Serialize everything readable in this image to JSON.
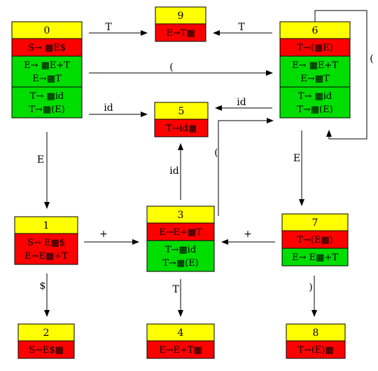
{
  "diagram": {
    "states": [
      {
        "id": "0",
        "groups": [
          {
            "color": "#ff0000",
            "items": [
              "S→ ▦E$"
            ]
          },
          {
            "color": "#00dd00",
            "items": [
              "E→ ▦E+T",
              "E→▦T"
            ]
          },
          {
            "color": "#00dd00",
            "items": [
              "T→ ▦id",
              "T→▦(E)"
            ]
          }
        ]
      },
      {
        "id": "1",
        "groups": [
          {
            "color": "#ff0000",
            "items": [
              "S→ E▦$",
              "E→E▦+T"
            ]
          }
        ]
      },
      {
        "id": "2",
        "groups": [
          {
            "color": "#ff0000",
            "items": [
              "S→E$▦"
            ]
          }
        ]
      },
      {
        "id": "3",
        "groups": [
          {
            "color": "#ff0000",
            "items": [
              "E→E+▦T"
            ]
          },
          {
            "color": "#00dd00",
            "items": [
              "T→▦id",
              "T→▦(E)"
            ]
          }
        ]
      },
      {
        "id": "4",
        "groups": [
          {
            "color": "#ff0000",
            "items": [
              "E→E+T▦"
            ]
          }
        ]
      },
      {
        "id": "5",
        "groups": [
          {
            "color": "#ff0000",
            "items": [
              "T→id▦"
            ]
          }
        ]
      },
      {
        "id": "6",
        "groups": [
          {
            "color": "#ff0000",
            "items": [
              "T→(▦E)"
            ]
          },
          {
            "color": "#00dd00",
            "items": [
              "E→ ▦E+T",
              "E→▦T"
            ]
          },
          {
            "color": "#00dd00",
            "items": [
              "T→ ▦id",
              "T→▦(E)"
            ]
          }
        ]
      },
      {
        "id": "7",
        "groups": [
          {
            "color": "#ff0000",
            "items": [
              "T→(E▦)"
            ]
          },
          {
            "color": "#00dd00",
            "items": [
              "E→ E▦+T"
            ]
          }
        ]
      },
      {
        "id": "8",
        "groups": [
          {
            "color": "#ff0000",
            "items": [
              "T→(E)▦"
            ]
          }
        ]
      },
      {
        "id": "9",
        "groups": [
          {
            "color": "#ff0000",
            "items": [
              "E→T▦"
            ]
          }
        ]
      }
    ],
    "edges": [
      {
        "from": "0",
        "to": "9",
        "label": "T"
      },
      {
        "from": "0",
        "to": "6",
        "label": "("
      },
      {
        "from": "0",
        "to": "5",
        "label": "id"
      },
      {
        "from": "0",
        "to": "1",
        "label": "E"
      },
      {
        "from": "6",
        "to": "9",
        "label": "T"
      },
      {
        "from": "6",
        "to": "5",
        "label": "id"
      },
      {
        "from": "6",
        "to": "6",
        "label": "("
      },
      {
        "from": "6",
        "to": "7",
        "label": "E"
      },
      {
        "from": "1",
        "to": "3",
        "label": "+"
      },
      {
        "from": "1",
        "to": "2",
        "label": "$"
      },
      {
        "from": "3",
        "to": "5",
        "label": "id"
      },
      {
        "from": "3",
        "to": "6",
        "label": "("
      },
      {
        "from": "3",
        "to": "4",
        "label": "T"
      },
      {
        "from": "7",
        "to": "3",
        "label": "+"
      },
      {
        "from": "7",
        "to": "8",
        "label": ")"
      }
    ],
    "colors": {
      "header": "#ffff00",
      "kernel": "#ff0000",
      "closure": "#00dd00",
      "line": "#000000"
    }
  }
}
